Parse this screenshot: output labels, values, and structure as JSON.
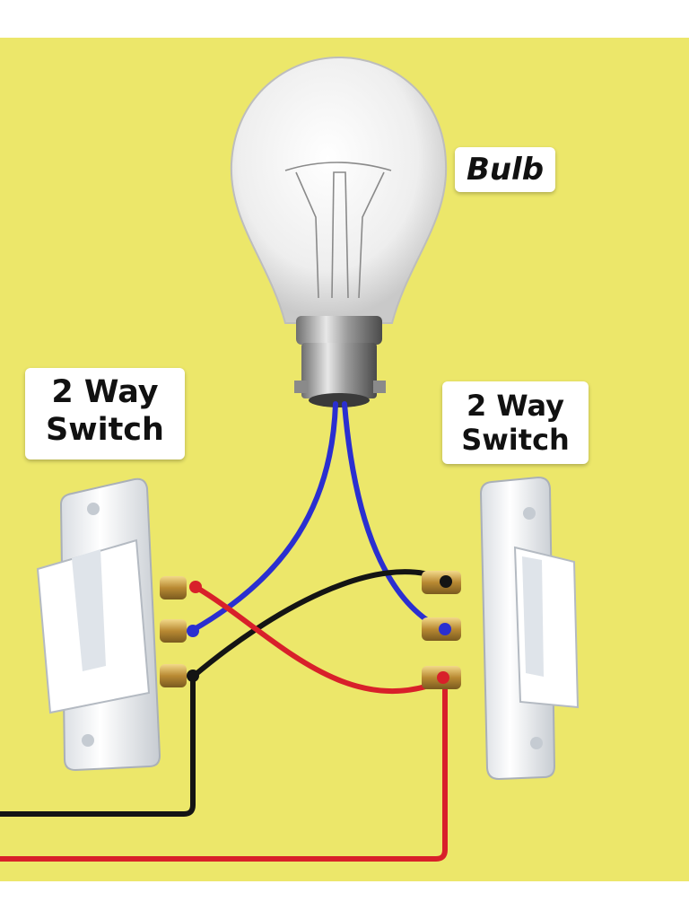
{
  "labels": {
    "bulb": "Bulb",
    "left_switch": [
      "2 Way",
      "Switch"
    ],
    "right_switch": [
      "2 Way",
      "Switch"
    ]
  },
  "colors": {
    "background": "#ece76a",
    "wire_live": "#d8202a",
    "wire_neutral": "#141414",
    "wire_bulb": "#2b2fd0",
    "switch_body": "#f4f6f8",
    "terminal_brass": "#c9a24a"
  },
  "components": {
    "bulb": "incandescent-bulb-icon",
    "switches": [
      "two-way-switch-left",
      "two-way-switch-right"
    ]
  }
}
